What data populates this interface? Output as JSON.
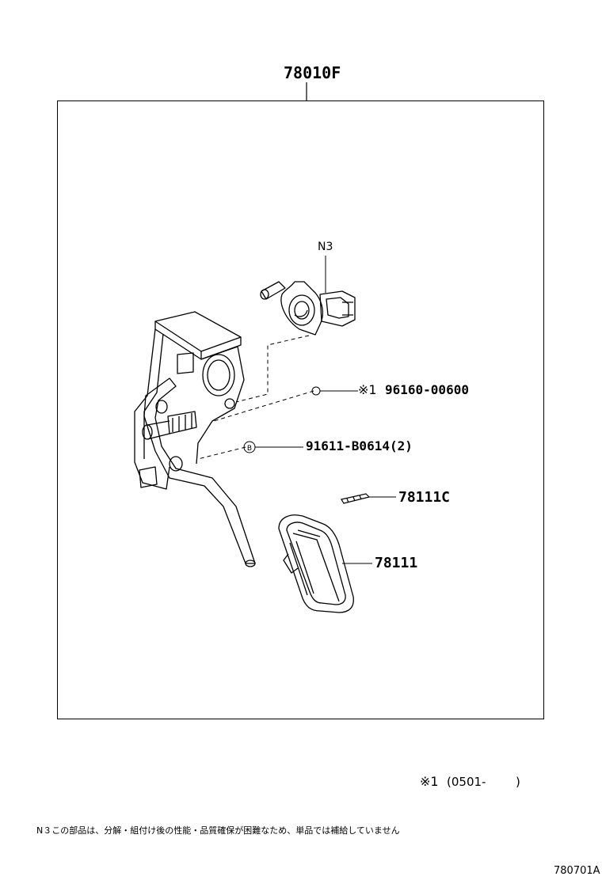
{
  "assembly": {
    "part_number": "78010F"
  },
  "callouts": [
    {
      "id": "n3",
      "text": "N3"
    },
    {
      "id": "sensor-bolt",
      "marker": "※1",
      "part": "96160-00600"
    },
    {
      "id": "bolt",
      "symbol": "B",
      "part": "91611-B0614(2)"
    },
    {
      "id": "clip",
      "part": "78111C"
    },
    {
      "id": "pad",
      "part": "78111"
    }
  ],
  "footnote": {
    "marker": "※1",
    "range": "(0501-",
    "close": ")",
    "note": "N３この部品は、分解・組付け後の性能・品質確保が困難なため、単品では補給していません"
  },
  "figure_code": "780701A"
}
